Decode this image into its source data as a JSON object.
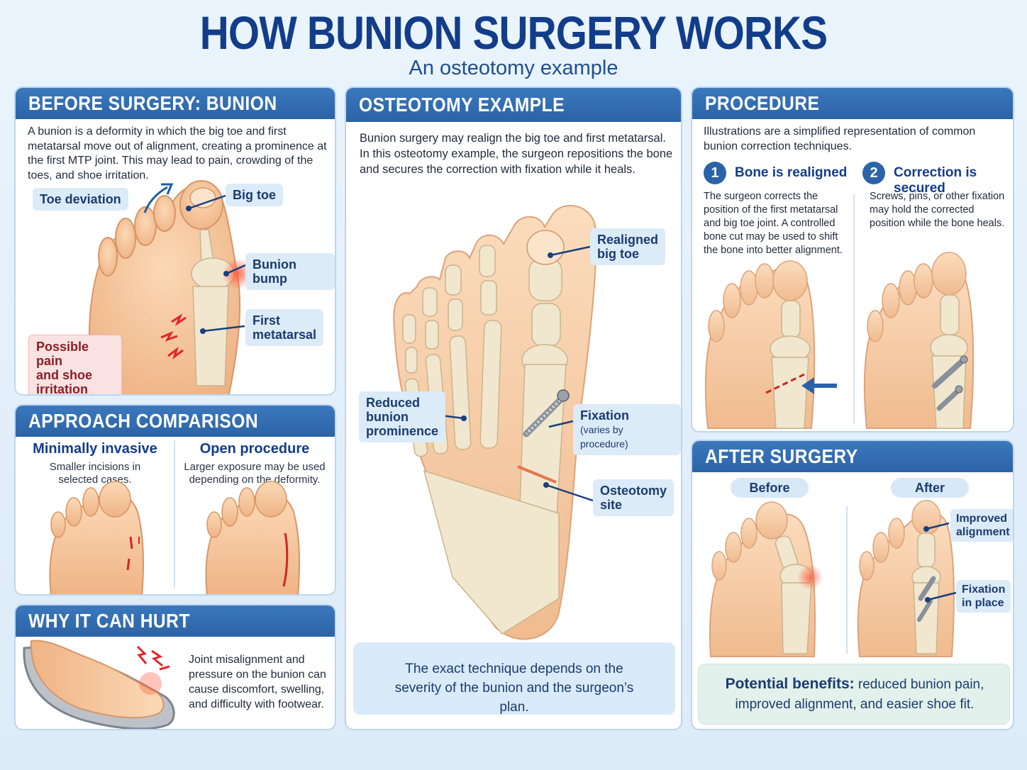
{
  "header": {
    "title": "HOW BUNION SURGERY WORKS",
    "subtitle": "An osteotomy example"
  },
  "before": {
    "heading": "BEFORE SURGERY:  BUNION",
    "description": "A bunion is a deformity in which the big toe and first metatarsal move out of alignment, creating a prominence at the first MTP joint. This may lead to pain, crowding of the toes, and shoe irritation.",
    "labels": {
      "toe_deviation": "Toe deviation",
      "big_toe": "Big toe",
      "bunion_bump": "Bunion bump",
      "first_metatarsal_1": "First",
      "first_metatarsal_2": "metatarsal",
      "pain_1": "Possible pain",
      "pain_2": "and shoe",
      "pain_3": "irritation"
    }
  },
  "approach": {
    "heading": "APPROACH COMPARISON",
    "minimal_title": "Minimally invasive",
    "minimal_desc_1": "Smaller incisions in",
    "minimal_desc_2": "selected cases.",
    "open_title": "Open procedure",
    "open_desc_1": "Larger exposure may be used",
    "open_desc_2": "depending on the deformity."
  },
  "why": {
    "heading": "WHY IT CAN HURT",
    "description": "Joint misalignment and pressure on the bunion can cause discomfort, swelling, and difficulty with footwear."
  },
  "osteotomy": {
    "heading": "OSTEOTOMY EXAMPLE",
    "description": "Bunion surgery may realign the big toe and first metatarsal. In this osteotomy example, the surgeon repositions the bone and secures the correction with fixation while it heals.",
    "labels": {
      "realigned_1": "Realigned",
      "realigned_2": "big toe",
      "reduced_1": "Reduced",
      "reduced_2": "bunion",
      "reduced_3": "prominence",
      "fixation": "Fixation",
      "fixation_note": "(varies by procedure)",
      "osteotomy_1": "Osteotomy",
      "osteotomy_2": "site"
    },
    "note": "The exact technique depends on the severity of the bunion and the surgeon’s plan."
  },
  "procedure": {
    "heading": "PROCEDURE",
    "description": "Illustrations are a simplified representation of common bunion correction techniques.",
    "step1": {
      "number": "1",
      "title": "Bone is realigned",
      "text": "The surgeon corrects the position of the first metatarsal and big toe joint. A controlled bone cut may be used to shift the bone into better alignment."
    },
    "step2": {
      "number": "2",
      "title": "Correction is secured",
      "text": "Screws, pins, or other fixation may hold the corrected position while the bone heals."
    }
  },
  "after": {
    "heading": "AFTER SURGERY",
    "before_label": "Before",
    "after_label": "After",
    "improved_1": "Improved",
    "improved_2": "alignment",
    "fixation_1": "Fixation",
    "fixation_2": "in place",
    "benefits_bold": "Potential benefits:",
    "benefits_rest": " reduced bunion pain,",
    "benefits_line2": "improved alignment, and easier shoe fit."
  },
  "colors": {
    "heading_blue": "#2c63a7",
    "title_blue": "#123d8a",
    "skin": "#f6c79c",
    "bone": "#f1e7cf",
    "inflammation": "#f06a4a",
    "callout_bg": "#dcebf8"
  }
}
